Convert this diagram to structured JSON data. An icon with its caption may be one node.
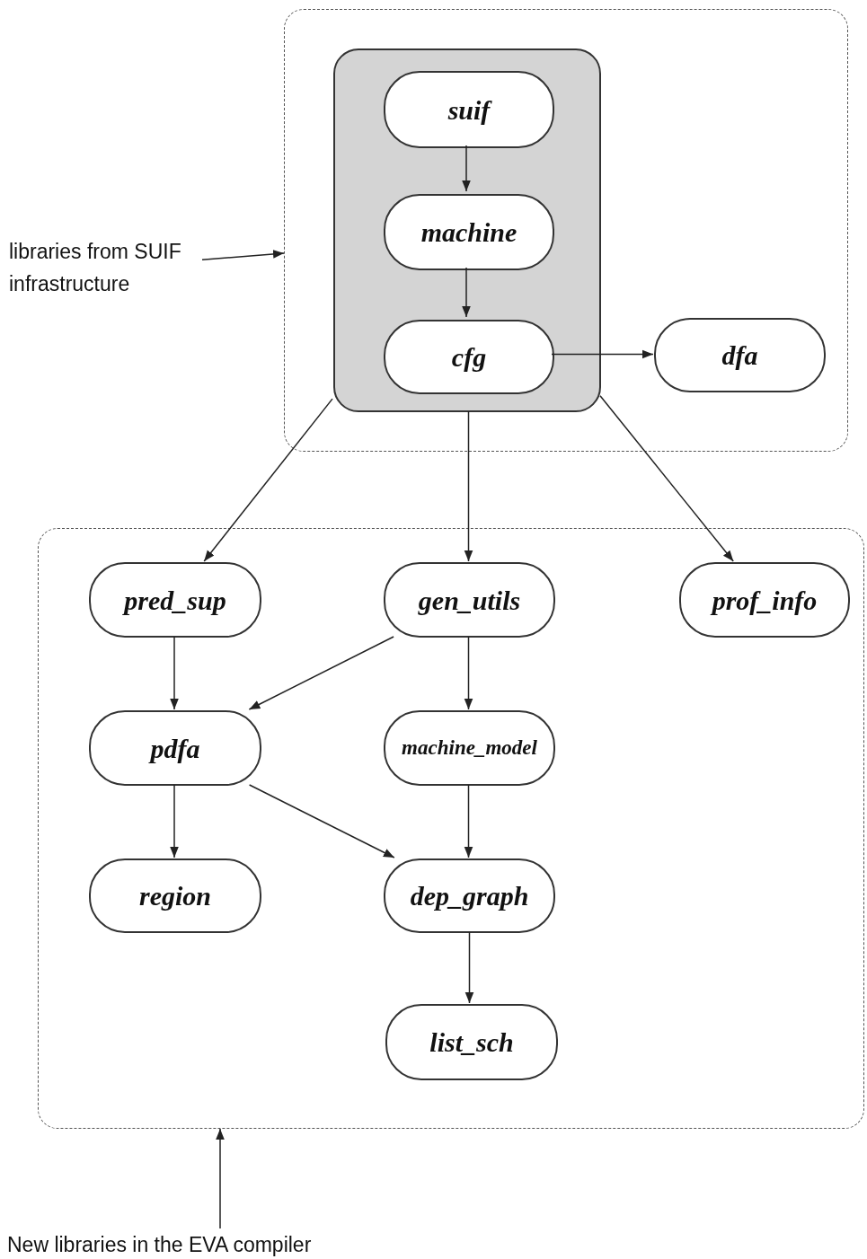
{
  "diagram": {
    "nodes": [
      {
        "text": [],
        "shape": "box"
      },
      {
        "text": [],
        "shape": "box",
        "in": 0
      },
      {
        "text": [
          "suif"
        ],
        "in": 1
      },
      {
        "text": [
          "machine"
        ],
        "in": 1
      },
      {
        "text": [
          "cfg"
        ],
        "in": 1
      },
      {
        "text": [
          "dfa"
        ],
        "in": 0
      },
      {
        "text": [],
        "shape": "box"
      },
      {
        "text": [
          "pred_sup"
        ],
        "in": 6
      },
      {
        "text": [
          "gen_utils"
        ],
        "in": 6
      },
      {
        "text": [
          "prof_info"
        ],
        "in": 6
      },
      {
        "text": [
          "pdfa"
        ],
        "in": 6
      },
      {
        "text": [
          "machine_model"
        ],
        "in": 6
      },
      {
        "text": [
          "region"
        ],
        "in": 6
      },
      {
        "text": [
          "dep_graph"
        ],
        "in": 6
      },
      {
        "text": [
          "list_sch"
        ],
        "in": 6
      },
      {
        "text": [
          "libraries from SUIF infrastructure"
        ]
      },
      {
        "text": [
          "New libraries in the EVA compiler"
        ]
      }
    ],
    "edges": [
      {
        "from": 2,
        "to": 3,
        "arrow": "to"
      },
      {
        "from": 3,
        "to": 4,
        "arrow": "to"
      },
      {
        "from": 4,
        "to": 5,
        "arrow": "to"
      },
      {
        "from": 1,
        "to": 7,
        "arrow": "to"
      },
      {
        "from": 1,
        "to": 8,
        "arrow": "to"
      },
      {
        "from": 1,
        "to": 9,
        "arrow": "to"
      },
      {
        "from": 7,
        "to": 10,
        "arrow": "to"
      },
      {
        "from": 8,
        "to": 10,
        "arrow": "to"
      },
      {
        "from": 8,
        "to": 11,
        "arrow": "to"
      },
      {
        "from": 10,
        "to": 12,
        "arrow": "to"
      },
      {
        "from": 10,
        "to": 13,
        "arrow": "to"
      },
      {
        "from": 11,
        "to": 13,
        "arrow": "to"
      },
      {
        "from": 13,
        "to": 14,
        "arrow": "to"
      },
      {
        "from": 15,
        "to": 0,
        "arrow": "to"
      },
      {
        "from": 16,
        "to": 6,
        "arrow": "to"
      }
    ]
  }
}
